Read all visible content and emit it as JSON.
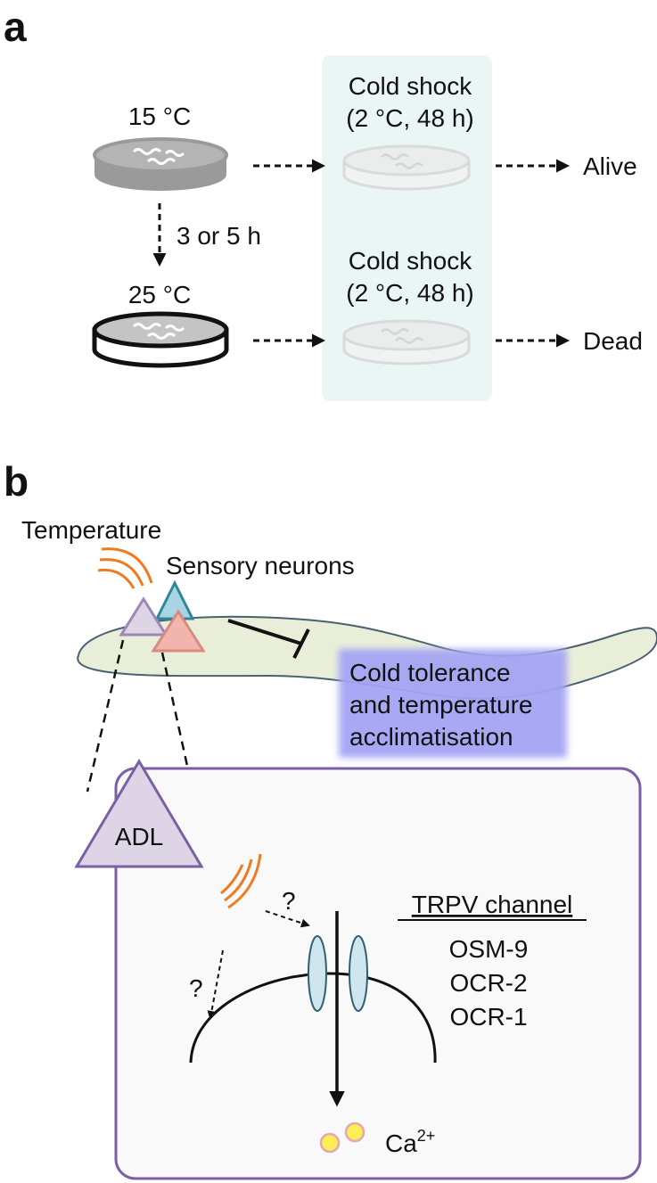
{
  "panel_a": {
    "letter": "a",
    "start_temp": "15 °C",
    "shift_temp": "25 °C",
    "shift_duration": "3 or 5 h",
    "cold_shock_line1": "Cold shock",
    "cold_shock_line2": "(2 °C, 48 h)",
    "outcome_top": "Alive",
    "outcome_bottom": "Dead"
  },
  "panel_b": {
    "letter": "b",
    "temperature_label": "Temperature",
    "sensory_label": "Sensory neurons",
    "effect_line1": "Cold tolerance",
    "effect_line2": "and temperature",
    "effect_line3": "acclimatisation",
    "neuron_label": "ADL",
    "question_mark": "?",
    "channel_title": "TRPV channel",
    "channel_subunits": [
      "OSM-9",
      "OCR-2",
      "OCR-1"
    ],
    "ion_base": "Ca",
    "ion_charge": "2+"
  },
  "colors": {
    "cold_box": "#eaf5f5",
    "worm_fill": "#e8eed8",
    "worm_stroke": "#4a6070",
    "purple_neuron": "#ddd5e6",
    "blue_neuron": "#a9d4e4",
    "pink_neuron": "#f2b5ad",
    "temperature_waves": "#f07b1e",
    "effect_box": "#a4a4f4",
    "membrane_channel": "#cfe6ef",
    "calcium": "#ffee55",
    "adl_box_stroke": "#7b5fa6"
  }
}
